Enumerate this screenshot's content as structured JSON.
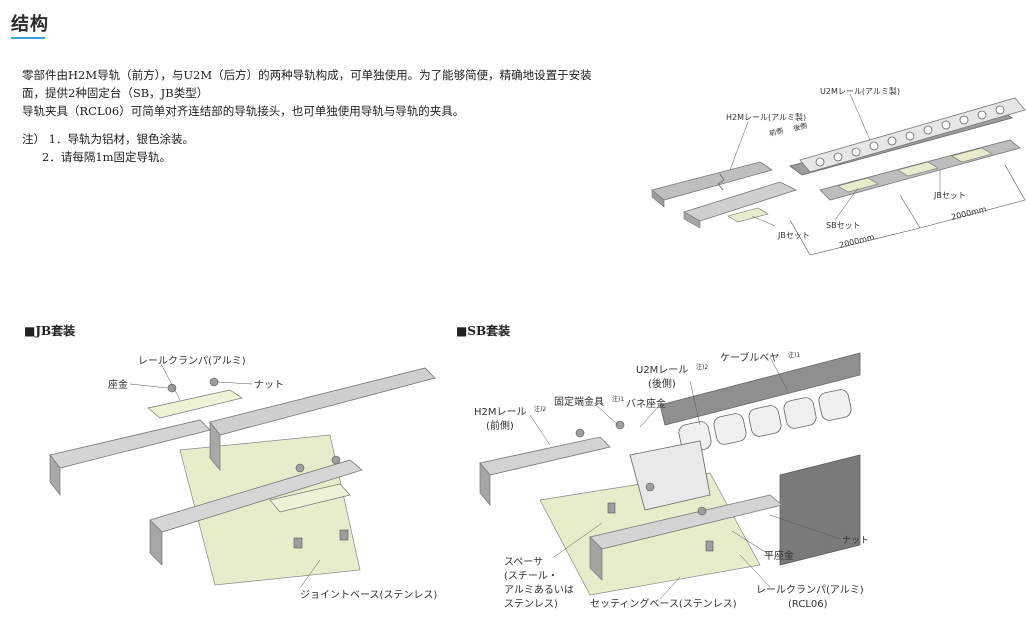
{
  "header": {
    "title": "结构"
  },
  "description": {
    "line1": "零部件由H2M导轨（前方），与U2M（后方）的两种导轨构成，可单独使用。为了能够简便，精确地设置于安装",
    "line2": "面，提供2种固定台（SB，JB类型）",
    "line3": "导轨夹具（RCL06）可简单对齐连结部的导轨接头，也可单独使用导轨与导轨的夹具。"
  },
  "notes": {
    "note1": "注） 1．导轨为铝材，银色涂装。",
    "note2": "2．请每隔1m固定导轨。"
  },
  "overview": {
    "labels": {
      "u2m_rail": "U2Mレール(アルミ製)",
      "h2m_rail": "H2Mレール(アルミ製)",
      "front": "前側",
      "rear": "後側",
      "jb_set_1": "JBセット",
      "sb_set": "SBセット",
      "jb_set_2": "JBセット",
      "dim_1": "2000mm",
      "dim_2": "2000mm"
    }
  },
  "jb_section": {
    "title": "■JB套装",
    "labels": {
      "rail_clamp": "レールクランパ(アルミ)",
      "washer": "座金",
      "nut": "ナット",
      "joint_base": "ジョイントベース(ステンレス)"
    }
  },
  "sb_section": {
    "title": "■SB套装",
    "labels": {
      "u2m_rail_l1": "U2Mレール",
      "u2m_rail_l2": "(後側)",
      "u2m_note": "注)2",
      "cable_veyor": "ケーブルベヤ",
      "cable_note": "注)1",
      "h2m_rail_l1": "H2Mレール",
      "h2m_rail_l2": "(前側)",
      "h2m_note": "注)2",
      "fixed_end": "固定端金具",
      "fixed_note": "注)1",
      "spring_washer": "バネ座金",
      "nut": "ナット",
      "flat_washer": "平座金",
      "spacer_l1": "スペーサ",
      "spacer_l2": "(スチール・",
      "spacer_l3": "アルミあるいは",
      "spacer_l4": "ステンレス)",
      "setting_base": "セッティングベース(ステンレス)",
      "rail_clamp_l1": "レールクランパ(アルミ)",
      "rail_clamp_l2": "(RCL06)"
    }
  }
}
